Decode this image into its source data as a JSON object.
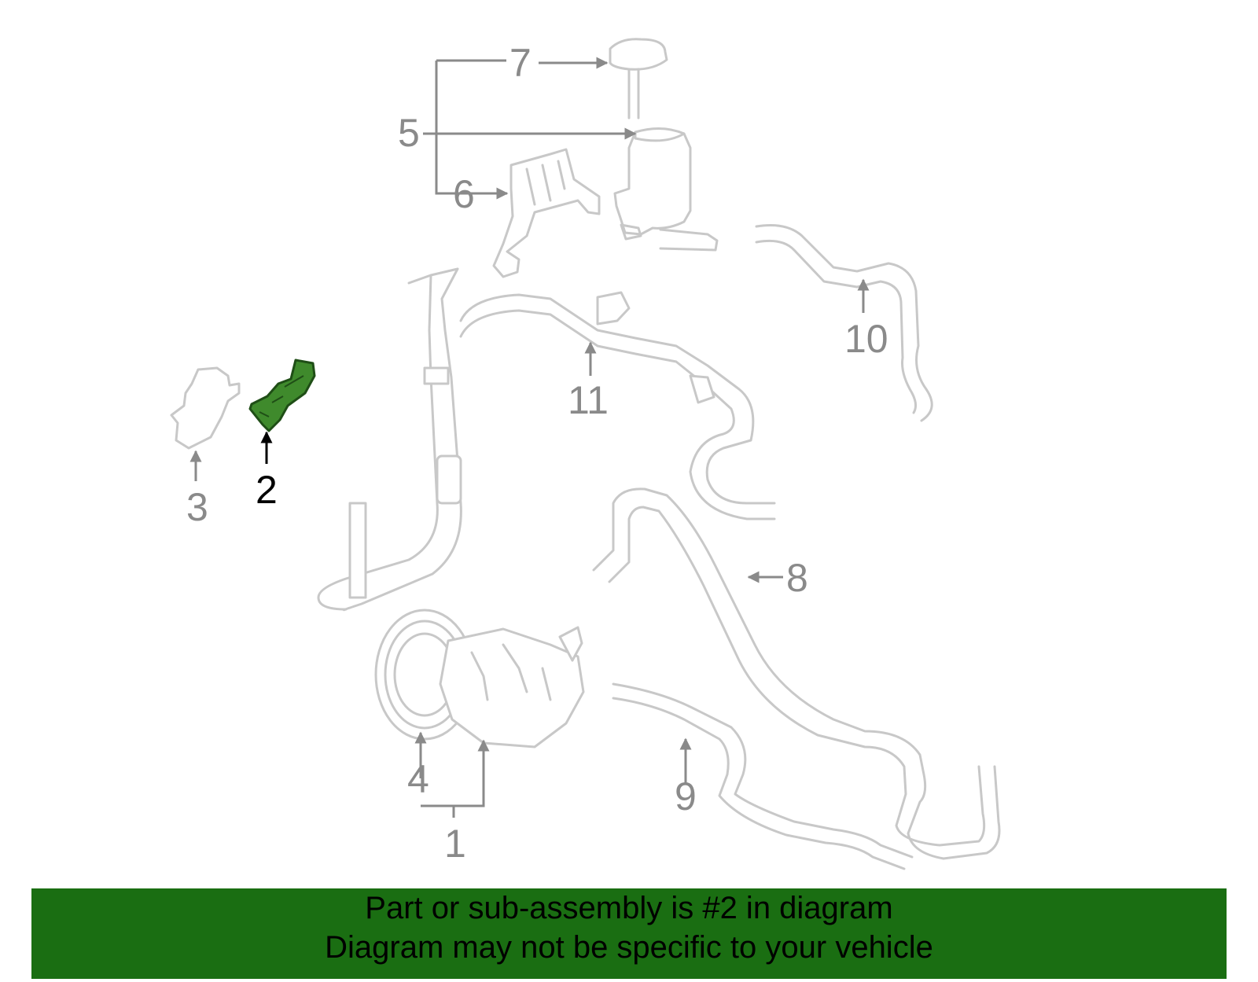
{
  "callouts": [
    {
      "id": "1",
      "label": "1"
    },
    {
      "id": "2",
      "label": "2",
      "highlighted": true
    },
    {
      "id": "3",
      "label": "3"
    },
    {
      "id": "4",
      "label": "4"
    },
    {
      "id": "5",
      "label": "5"
    },
    {
      "id": "6",
      "label": "6"
    },
    {
      "id": "7",
      "label": "7"
    },
    {
      "id": "8",
      "label": "8"
    },
    {
      "id": "9",
      "label": "9"
    },
    {
      "id": "10",
      "label": "10"
    },
    {
      "id": "11",
      "label": "11"
    }
  ],
  "colors": {
    "highlight_part": "#3f8a2c",
    "banner_bg": "#1a6e12",
    "part_outline": "#c8c8c8",
    "callout": "#8a8a8a"
  },
  "banner": {
    "line1": "Part or sub-assembly is #2 in diagram",
    "line2": "Diagram may not be specific to your vehicle"
  }
}
